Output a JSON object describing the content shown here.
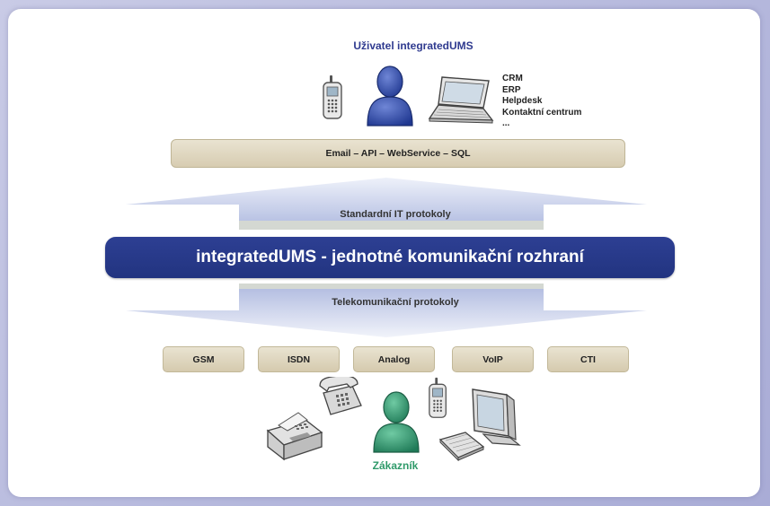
{
  "user_title": "Uživatel integratedUMS",
  "apps": [
    "CRM",
    "ERP",
    "Helpdesk",
    "Kontaktní centrum",
    "..."
  ],
  "top_protocols": "Email  –  API  –  WebService  –  SQL",
  "standard_protocols": "Standardní IT protokoly",
  "main_interface": "integratedUMS - jednotné komunikační rozhraní",
  "telecom_protocols": "Telekomunikační protokoly",
  "technologies": [
    "GSM",
    "ISDN",
    "Analog",
    "VoIP",
    "CTI"
  ],
  "customer_label": "Zákazník",
  "colors": {
    "user_blue": "#2f3a8f",
    "main_bar": "#223480",
    "customer_green": "#2f9a6a",
    "tan": "#d7ccb1",
    "arrow_blue": "#c3cdea"
  },
  "icons": [
    "mobile-phone-icon",
    "user-icon",
    "laptop-icon",
    "telephone-icon",
    "fax-icon",
    "customer-icon",
    "monitor-icon",
    "keyboard-icon"
  ]
}
